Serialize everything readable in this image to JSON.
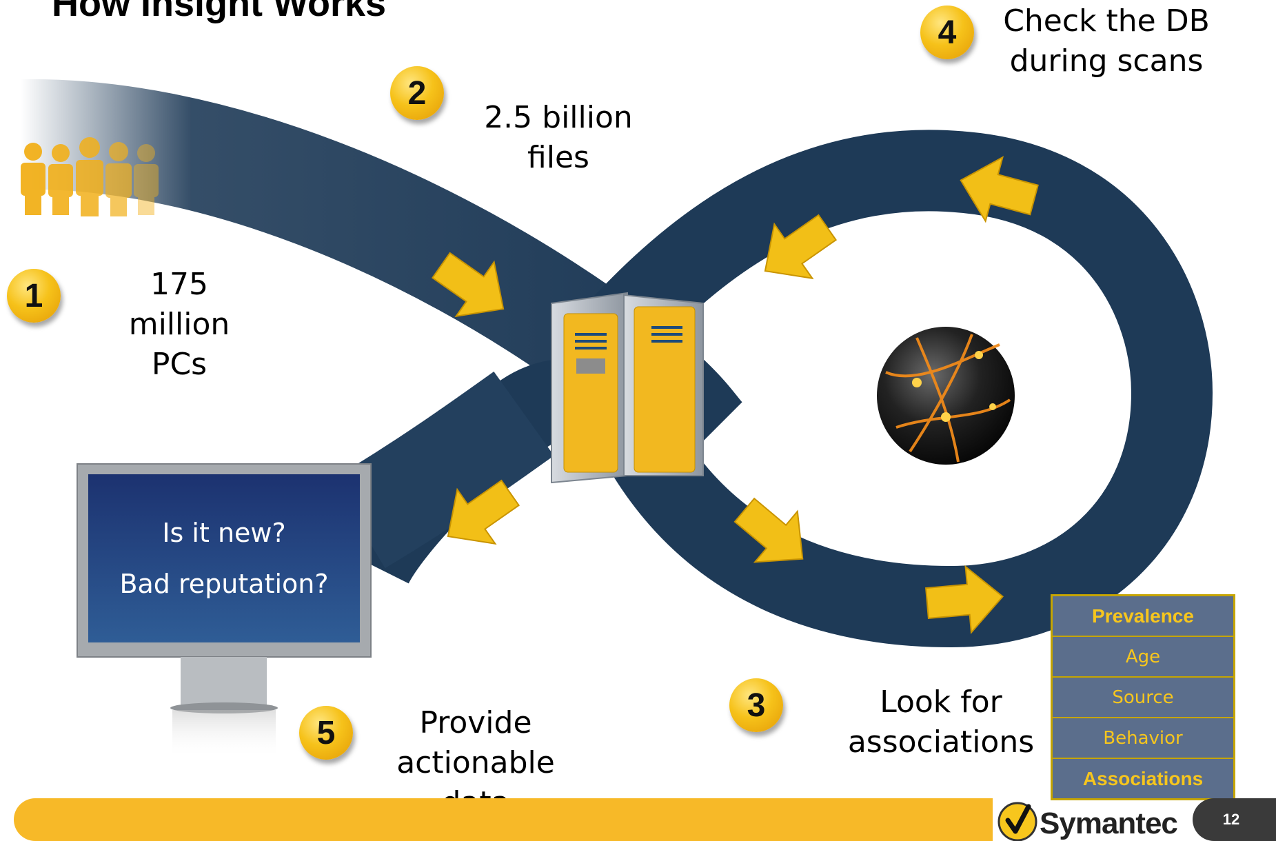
{
  "title": "How Insight Works",
  "colors": {
    "band": "#1e3a57",
    "arrow": "#f2bf17",
    "badge": "#f6c21a",
    "footer": "#f7b928",
    "table_bg": "#5b6e8c",
    "table_text": "#f7c61d"
  },
  "steps": [
    {
      "number": "1",
      "lines": [
        "175",
        "million",
        "PCs"
      ]
    },
    {
      "number": "2",
      "lines": [
        "2.5 billion",
        "files"
      ]
    },
    {
      "number": "3",
      "lines": [
        "Look for",
        "associations"
      ]
    },
    {
      "number": "4",
      "lines": [
        "Check the DB",
        "during scans"
      ]
    },
    {
      "number": "5",
      "lines": [
        "Provide",
        "actionable data"
      ]
    }
  ],
  "monitor": {
    "line1": "Is it new?",
    "line2": "Bad reputation?"
  },
  "attributes": [
    "Prevalence",
    "Age",
    "Source",
    "Behavior",
    "Associations"
  ],
  "icons": [
    "people-icon",
    "server-icon",
    "globe-icon",
    "monitor-icon",
    "checkmark-logo-icon",
    "flow-arrow-icon"
  ],
  "brand": "Symantec",
  "page_number": "12"
}
